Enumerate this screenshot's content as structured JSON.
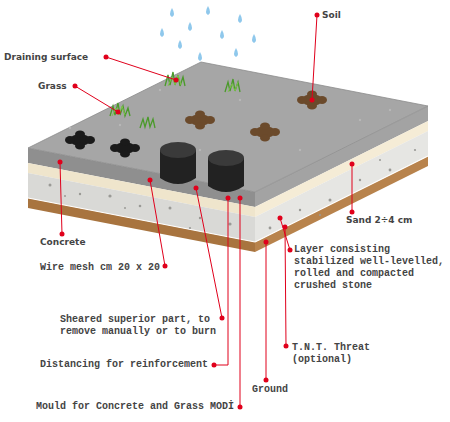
{
  "diagram": {
    "labels": [
      "Draining surface",
      "Soil",
      "Grass",
      "Sand 2÷4 cm",
      "Concrete",
      "Wire mesh cm 20 x 20",
      "Layer consisting stabilized well-levelled, rolled and compacted crushed stone",
      "Sheared superior part, to remove manually or to burn",
      "T.N.T. Threat (optional)",
      "Distancing for reinforcement",
      "Ground",
      "Mould for Concrete and Grass MODİ"
    ]
  }
}
